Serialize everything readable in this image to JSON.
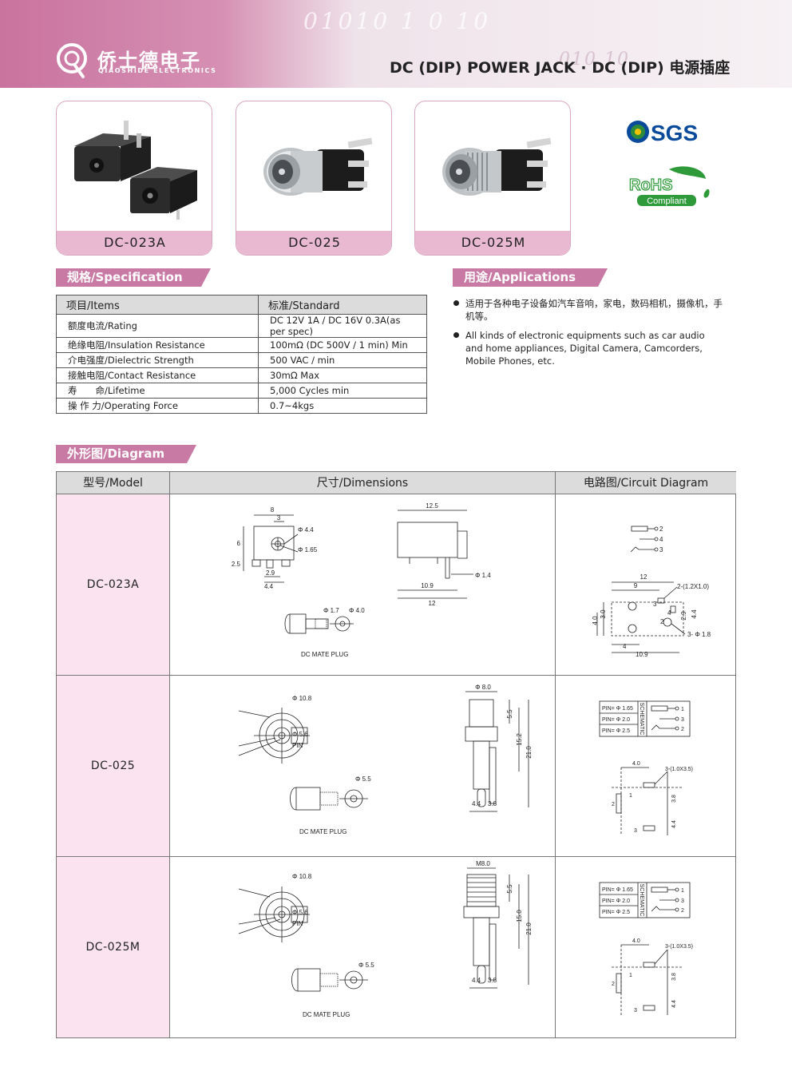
{
  "header": {
    "brand_cn": "侨士德电子",
    "brand_en": "QIAOSHIDE ELECTRONICS",
    "title": "DC (DIP) POWER JACK · DC (DIP) 电源插座",
    "binary_text": "01010 1 0 10",
    "binary_text_2": "010 10"
  },
  "products": [
    {
      "label": "DC-023A"
    },
    {
      "label": "DC-025"
    },
    {
      "label": "DC-025M"
    }
  ],
  "badges": {
    "sgs": "SGS",
    "rohs": "RoHS",
    "rohs_sub": "Compliant"
  },
  "specification": {
    "title": "规格/Specification",
    "headers": [
      "项目/Items",
      "标准/Standard"
    ],
    "rows": [
      [
        "额度电流/Rating",
        "DC 12V 1A / DC 16V 0.3A(as per spec)"
      ],
      [
        "绝缘电阻/Insulation Resistance",
        "100mΩ (DC 500V / 1 min) Min"
      ],
      [
        "介电强度/Dielectric Strength",
        "500 VAC / min"
      ],
      [
        "接触电阻/Contact Resistance",
        "30mΩ Max"
      ],
      [
        "寿　　命/Lifetime",
        "5,000 Cycles min"
      ],
      [
        "操 作 力/Operating Force",
        "0.7~4kgs"
      ]
    ]
  },
  "applications": {
    "title": "用途/Applications",
    "items": [
      "适用于各种电子设备如汽车音响，家电，数码相机，摄像机，手机等。",
      "All kinds of electronic equipments such as car audio and home appliances, Digital Camera, Camcorders, Mobile Phones, etc."
    ]
  },
  "diagram": {
    "title": "外形图/Diagram",
    "headers": [
      "型号/Model",
      "尺寸/Dimensions",
      "电路图/Circuit Diagram"
    ],
    "models": [
      "DC-023A",
      "DC-025",
      "DC-025M"
    ],
    "mate_plug": "DC MATE PLUG",
    "pin": "PIN",
    "schematic": "SCHEMATIC",
    "pin_table": [
      "PIN= Φ 1.65",
      "PIN= Φ 2.0",
      "PIN= Φ 2.5"
    ],
    "d023a": {
      "front": {
        "w": "8",
        "w2": "3",
        "h": "6",
        "h2": "2.5",
        "d1": "Φ 4.4",
        "d2": "Φ 1.65",
        "p1": "2.9",
        "p2": "4.4"
      },
      "side": {
        "top": "12.5",
        "b1": "10.9",
        "b2": "12",
        "pin": "Φ 1.4"
      },
      "plug": {
        "d1": "Φ 1.7",
        "d2": "Φ 4.0"
      },
      "circuit": {
        "p2": "2",
        "p4": "4",
        "p3": "3"
      },
      "pcb": {
        "w": "12",
        "w2": "9",
        "slot": "2-(1.2X1.0)",
        "h1": "4.0",
        "h2": "3.0",
        "v1": "2.9",
        "v2": "4.4",
        "hole": "3- Φ 1.8",
        "b1": "4",
        "b2": "10.9",
        "n3": "3",
        "n4": "4",
        "n2": "2"
      }
    },
    "d025": {
      "front": {
        "d1": "Φ 10.8",
        "d2": "Φ 5.6"
      },
      "side": {
        "top": "Φ 8.0",
        "v1": "5.5",
        "v2": "15.2",
        "v3": "21.0",
        "b1": "4.4",
        "b2": "3.8"
      },
      "plug": {
        "d1": "Φ 5.5"
      },
      "circuit": {
        "p1": "1",
        "p3": "3",
        "p2": "2"
      },
      "pcb": {
        "w": "4.0",
        "slot": "3-(1.0X3.5)",
        "v1": "3.8",
        "v2": "4.4",
        "n1": "1",
        "n2": "2",
        "n3": "3"
      }
    },
    "d025m": {
      "front": {
        "d1": "Φ 10.8",
        "d2": "Φ 5.6"
      },
      "side": {
        "top": "M8.0",
        "v1": "5.5",
        "v2": "15.0",
        "v3": "21.0",
        "b1": "4.4",
        "b2": "3.8"
      },
      "plug": {
        "d1": "Φ 5.5"
      },
      "circuit": {
        "p1": "1",
        "p3": "3",
        "p2": "2"
      },
      "pcb": {
        "w": "4.0",
        "slot": "3-(1.0X3.5)",
        "v1": "3.8",
        "v2": "4.4",
        "n1": "1",
        "n2": "2",
        "n3": "3"
      }
    }
  }
}
